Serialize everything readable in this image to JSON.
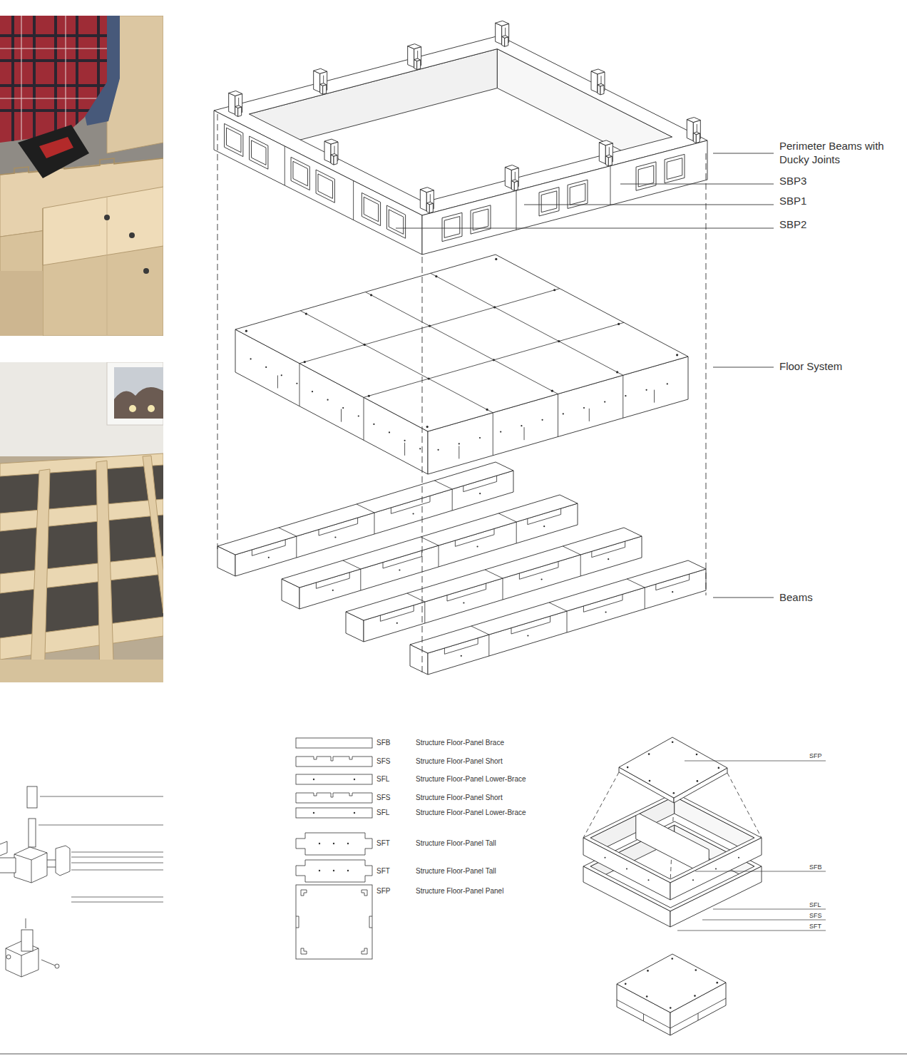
{
  "diagram": {
    "labels": [
      "Perimeter Beams with Ducky Joints",
      "SBP3",
      "SBP1",
      "SBP2",
      "Floor System",
      "Beams",
      "SFB",
      "Structure Floor-Panel Brace",
      "SFS",
      "Structure Floor-Panel Short",
      "SFL",
      "Structure Floor-Panel Lower-Brace",
      "SFS",
      "Structure Floor-Panel Short",
      "SFL",
      "Structure Floor-Panel Lower-Brace",
      "SFT",
      "Structure Floor-Panel Tall",
      "SFT",
      "Structure Floor-Panel Tall",
      "SFP",
      "Structure Floor-Panel Panel",
      "SFP",
      "SFB",
      "SFL",
      "SFS",
      "SFT"
    ]
  }
}
